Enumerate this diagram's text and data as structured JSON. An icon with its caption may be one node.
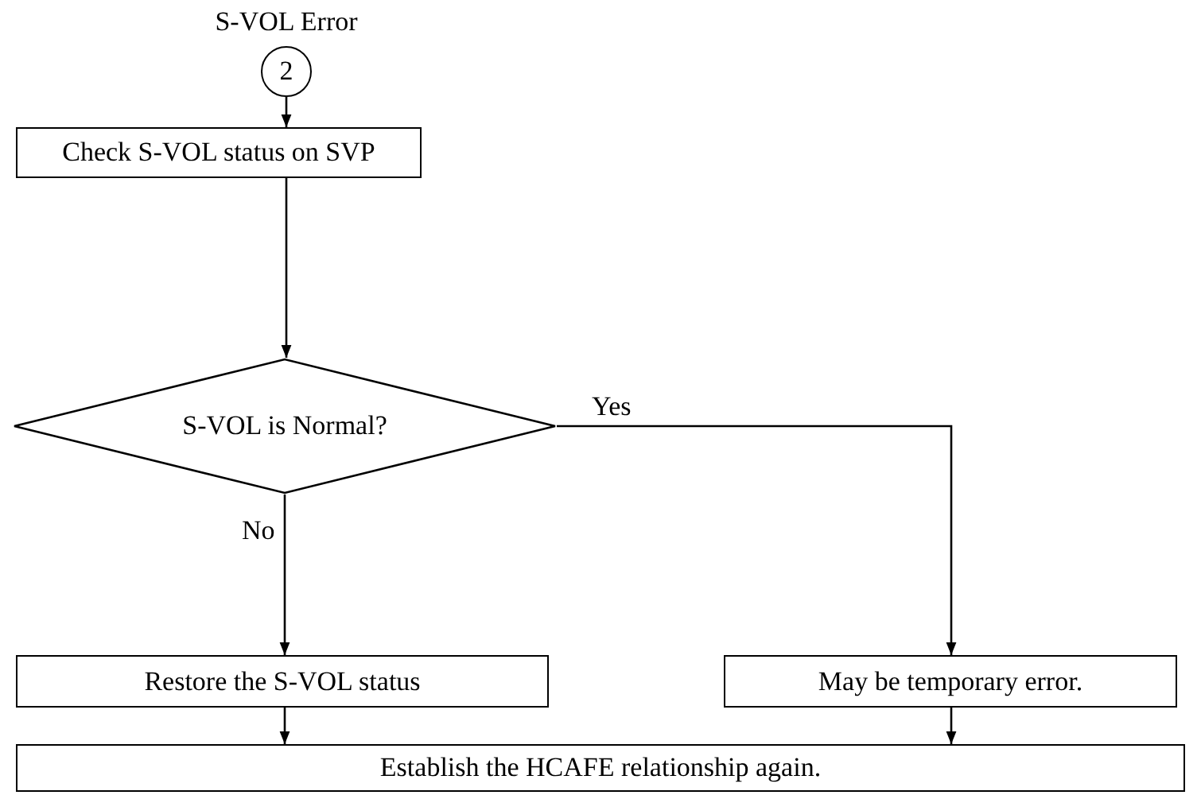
{
  "diagram": {
    "nodes": [
      {
        "text": [
          "2"
        ],
        "beside": [
          "S-VOL Error"
        ]
      },
      {
        "text": [
          "Check S-VOL status on SVP"
        ]
      },
      {
        "text": [
          "S-VOL is Normal?"
        ]
      },
      {
        "text": [
          "Restore the S-VOL status"
        ]
      },
      {
        "text": [
          "May be temporary error."
        ]
      },
      {
        "text": [
          "Establish the HCAFE relationship again."
        ]
      }
    ],
    "edges": [
      {
        "from": 0,
        "to": 1,
        "arrow": "to"
      },
      {
        "from": 1,
        "to": 2,
        "arrow": "to"
      },
      {
        "from": 2,
        "to": 4,
        "label": "Yes",
        "arrow": "to"
      },
      {
        "from": 2,
        "to": 3,
        "label": "No",
        "arrow": "to"
      },
      {
        "from": 3,
        "to": 5,
        "arrow": "to"
      },
      {
        "from": 4,
        "to": 5,
        "arrow": "to"
      }
    ]
  }
}
